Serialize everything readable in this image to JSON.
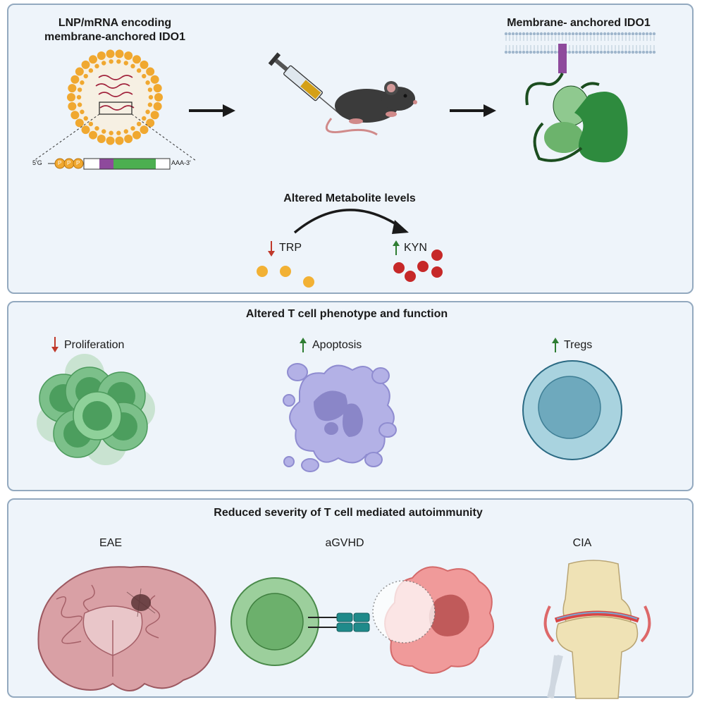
{
  "panel1": {
    "lnp_title_line1": "LNP/mRNA encoding",
    "lnp_title_line2": "membrane-anchored IDO1",
    "mrna_5prime": "5'G",
    "cap_p": "P",
    "mrna_3prime": "AAA-3'",
    "membrane_title": "Membrane- anchored IDO1",
    "metabolite_title": "Altered Metabolite levels",
    "trp_label": "TRP",
    "kyn_label": "KYN"
  },
  "panel2": {
    "title": "Altered T cell phenotype and function",
    "proliferation": "Proliferation",
    "apoptosis": "Apoptosis",
    "tregs": "Tregs"
  },
  "panel3": {
    "title": "Reduced severity of T cell mediated autoimmunity",
    "eae": "EAE",
    "agvhd": "aGVHD",
    "cia": "CIA"
  },
  "colors": {
    "panel_bg": "#eef4fa",
    "panel_border": "#93a9bf",
    "down_arrow": "#c0392b",
    "up_arrow": "#2e7d32",
    "lipid": "#f0a830",
    "trp_dot": "#f2b134",
    "kyn_dot": "#c62828",
    "ido1_purple": "#8e4a9c",
    "ido1_green": "#2e8b3e"
  }
}
